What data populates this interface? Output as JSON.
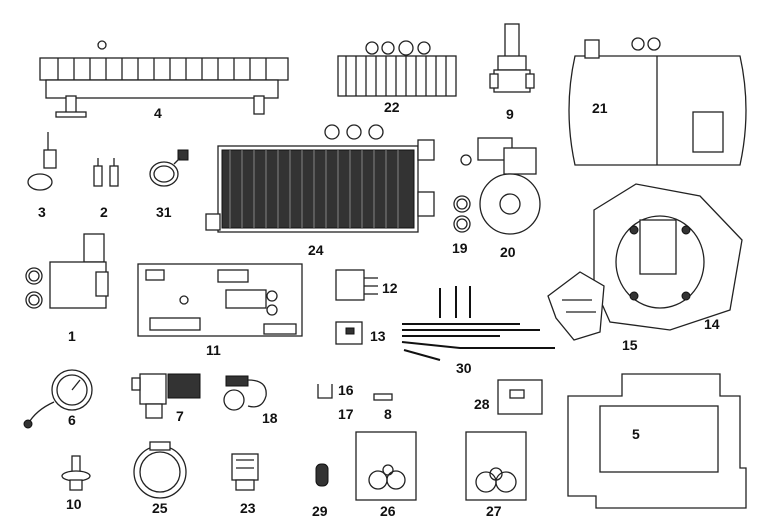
{
  "diagram": {
    "part_numbers": [
      "4",
      "22",
      "9",
      "21",
      "3",
      "2",
      "31",
      "24",
      "19",
      "20",
      "14",
      "15",
      "1",
      "11",
      "12",
      "13",
      "30",
      "6",
      "7",
      "18",
      "16",
      "17",
      "8",
      "28",
      "5",
      "10",
      "25",
      "23",
      "29",
      "26",
      "27"
    ]
  }
}
